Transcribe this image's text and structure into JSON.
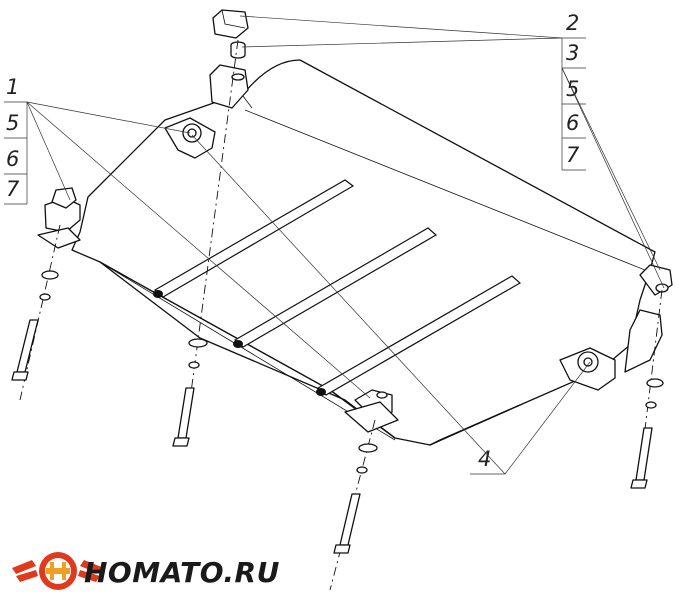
{
  "callouts": {
    "left_stack": [
      "1",
      "5",
      "6",
      "7"
    ],
    "right_stack": [
      "2",
      "3",
      "5",
      "6",
      "7"
    ],
    "bottom": "4"
  },
  "logo": {
    "text": "HOMATO.RU",
    "text_color": "#1a1a1a",
    "wing_color": "#e03a1c",
    "badge_color": "#f0a020"
  }
}
